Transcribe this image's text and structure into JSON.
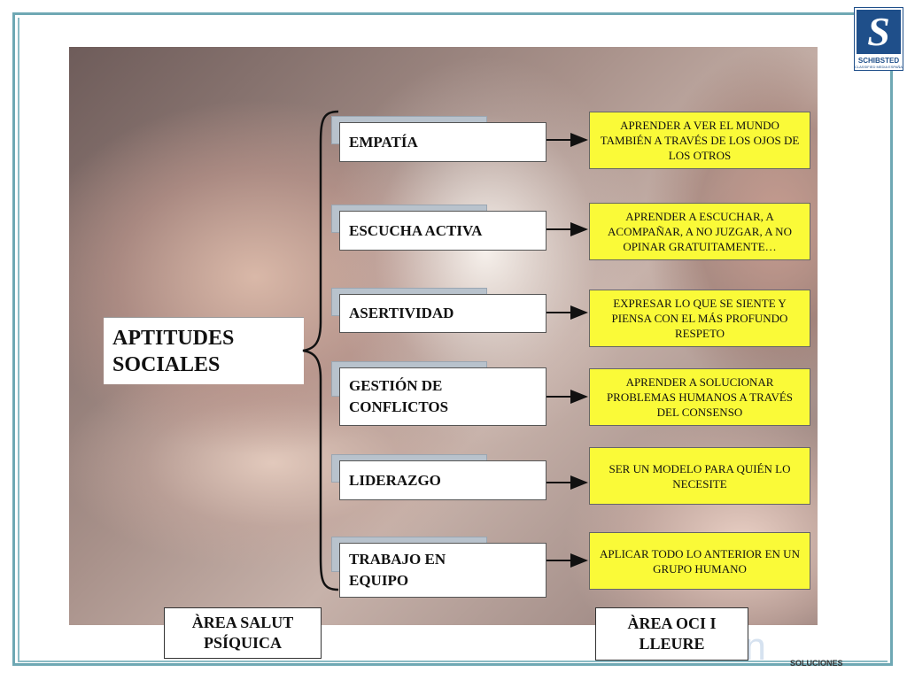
{
  "logo": {
    "mark": "S",
    "name": "SCHIBSTED",
    "tagline": "CLASSIFIED MEDIA ESPAÑA"
  },
  "footer_logo": {
    "mark": "on",
    "text": "SOLUCIONES"
  },
  "main": {
    "label": "APTITUDES\nSOCIALES"
  },
  "skills": [
    {
      "label": "EMPATÍA",
      "description": "APRENDER A VER EL MUNDO TAMBIÉN A TRAVÉS DE LOS OJOS DE LOS OTROS"
    },
    {
      "label": "ESCUCHA ACTIVA",
      "description": "APRENDER A ESCUCHAR, A ACOMPAÑAR, A NO JUZGAR, A NO OPINAR GRATUITAMENTE…"
    },
    {
      "label": "ASERTIVIDAD",
      "description": "EXPRESAR LO QUE SE SIENTE Y PIENSA CON EL MÁS PROFUNDO RESPETO"
    },
    {
      "label": "GESTIÓN DE CONFLICTOS",
      "description": "APRENDER A SOLUCIONAR PROBLEMAS HUMANOS A TRAVÉS DEL CONSENSO"
    },
    {
      "label": "LIDERAZGO",
      "description": "SER UN MODELO PARA QUIÉN LO NECESITE"
    },
    {
      "label": "TRABAJO EN EQUIPO",
      "description": "APLICAR TODO LO ANTERIOR EN UN GRUPO HUMANO"
    }
  ],
  "areas": {
    "left": "ÀREA  SALUT\nPSÍQUICA",
    "right": "ÀREA  OCI I\nLLEURE"
  },
  "colors": {
    "frame": "#6fa8b4",
    "description_fill": "#fafa38",
    "brand": "#1f4f8a"
  }
}
